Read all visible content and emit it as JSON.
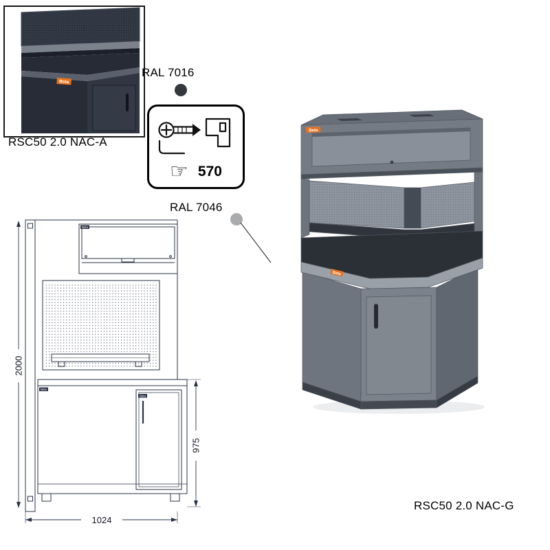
{
  "page": {
    "background": "#ffffff"
  },
  "brand": {
    "name": "Beta",
    "accent_orange": "#e8731e"
  },
  "inset": {
    "label": "RSC50 2.0 NAC-A"
  },
  "callouts": {
    "ral7016": {
      "label": "RAL 7016",
      "hex": "#34383d"
    },
    "ral7046": {
      "label": "RAL 7046",
      "hex": "#a9abad"
    }
  },
  "fixing": {
    "hand": "☞",
    "qty": "570"
  },
  "drawing": {
    "dim_height": "2000",
    "dim_bench": "975",
    "dim_width": "1024"
  },
  "product": {
    "label": "RSC50 2.0 NAC-G"
  }
}
